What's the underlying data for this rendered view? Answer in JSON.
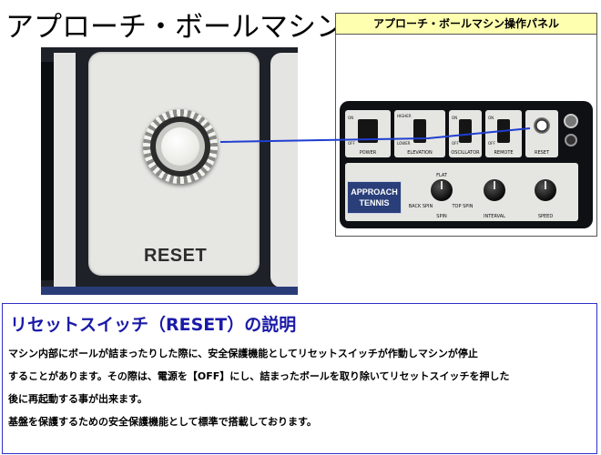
{
  "header": {
    "title": "アプローチ・ボールマシン"
  },
  "zoom_photo": {
    "reset_label": "RESET"
  },
  "panel": {
    "title": "アプローチ・ボールマシン操作パネル",
    "switches": [
      {
        "label": "POWER",
        "top": "ON",
        "bottom": "OFF"
      },
      {
        "label": "ELEVATION",
        "top": "HIGHER",
        "bottom": "LOWER"
      },
      {
        "label": "OSCILLATOR",
        "top": "ON",
        "bottom": "OFF"
      },
      {
        "label": "REMOTE",
        "top": "ON",
        "bottom": "OFF"
      },
      {
        "label": "RESET",
        "top": "",
        "bottom": ""
      }
    ],
    "logo": {
      "line1": "APPROACH",
      "line2": "TENNIS"
    },
    "knobs": [
      {
        "label": "SPIN",
        "left": "BACK SPIN",
        "right": "TOP SPIN",
        "top": "FLAT"
      },
      {
        "label": "INTERVAL"
      },
      {
        "label": "SPEED"
      }
    ]
  },
  "description": {
    "title": "リセットスイッチ（RESET）の説明",
    "lines": [
      "マシン内部にボールが詰まったりした際に、安全保護機能としてリセットスイッチが作動しマシンが停止",
      "することがあります。その際は、電源を【OFF】にし、詰まったボールを取り除いてリセットスイッチを押した",
      "後に再起動する事が出来ます。",
      "基盤を保護するための安全保護機能として標準で搭載しております。"
    ]
  },
  "colors": {
    "accent_blue": "#1a1aa8",
    "title_bar": "#ffffb0",
    "connector": "#1f3fd0"
  }
}
